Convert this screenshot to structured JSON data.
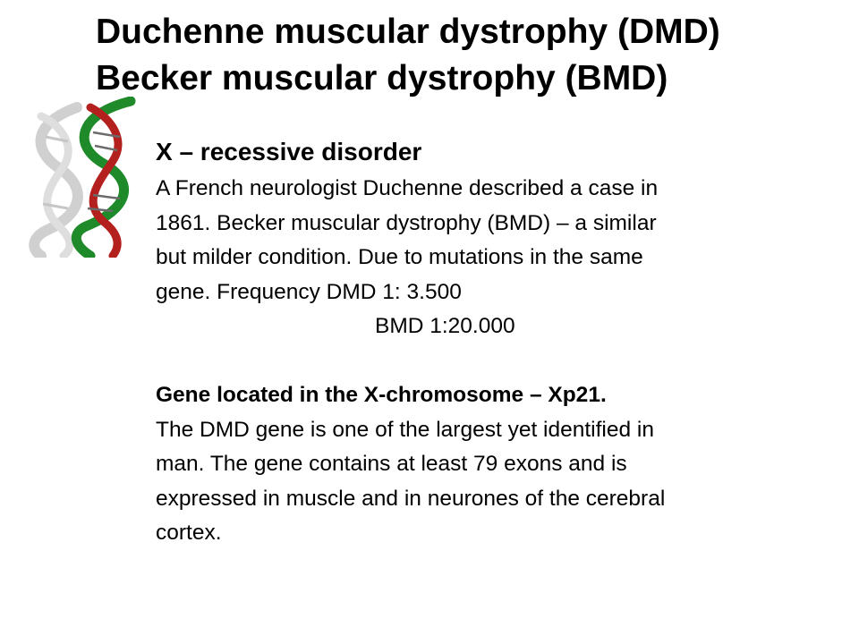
{
  "title": {
    "line1": "Duchenne muscular dystrophy (DMD)",
    "line2": "Becker muscular dystrophy (BMD)"
  },
  "decor": {
    "icon": "dna-double-helix-icon",
    "colors": {
      "green": "#1f8a2a",
      "red": "#b3201d",
      "gray": "#c8c8c8"
    }
  },
  "body": {
    "subhead": "X – recessive disorder",
    "paragraph1": [
      "A French neurologist Duchenne described a case in",
      "1861. Becker muscular dystrophy (BMD) – a similar",
      "but milder condition. Due to mutations in the same",
      "gene. Frequency DMD  1: 3.500"
    ],
    "frequency_bmd": "BMD  1:20.000",
    "gene_heading": "Gene located in the X-chromosome – Xp21.",
    "paragraph2": [
      "The DMD gene is one of the largest yet identified in",
      "man. The gene contains at least 79 exons and is",
      "expressed in muscle and in neurones of the cerebral",
      "cortex."
    ]
  }
}
